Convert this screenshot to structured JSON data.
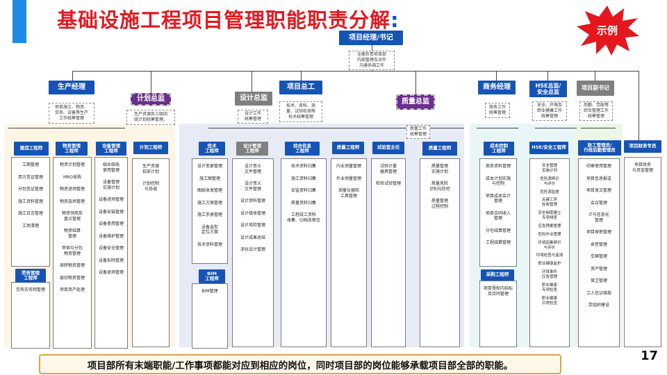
{
  "title": "基础设施工程项目管理职能职责分解",
  "title_colon": ":",
  "badge": "示例",
  "page_number": "17",
  "footer": "项目部所有末端职能/工作事项都能对应到相应的岗位，同时项目部的岗位能够承载项目部全部的职能。",
  "top": {
    "role": "项目经理/书记",
    "duty": "全面负责项目部\n内部管理及对外\n沟通协调工作"
  },
  "level2": [
    {
      "role": "生产经理",
      "duty": "项目施工、物资、\n劳务、设备等生产\n工作统筹管理"
    },
    {
      "role": "计划总监",
      "duty": "生产资源及三级四\n线计划统筹管理。"
    },
    {
      "role": "设计总监",
      "duty": "设计工作\n统筹管理"
    },
    {
      "role": "项目总工",
      "duty": "技术、资料、测\n量、试验检测等\n技术统筹管理"
    },
    {
      "role": "质量总监",
      "duty": "质量工作\n统筹管理"
    },
    {
      "role": "商务经理",
      "duty": "商务工作\n统筹管理"
    },
    {
      "role": "HSE总监/\n安全总监",
      "duty": "安全、环境及\n职业健康工作\n统筹管理"
    },
    {
      "role": "项目副书记",
      "duty": "后勤、党政等\n综合管理工作\n统筹管理"
    }
  ],
  "depts": [
    {
      "role": "建造工程师",
      "items": [
        "工期管理",
        "用方签证管理",
        "分包签证管理",
        "施工资料管理",
        "施工日志管理",
        "工地清理"
      ]
    },
    {
      "role": "劳务管理\n工程师",
      "items": [
        "劳务实名制管理"
      ]
    },
    {
      "role": "物资管理\n工程师",
      "items": [
        "物资计划管理",
        "MRO采购",
        "物资进场管理",
        "物资选场管理",
        "物资领用及\n盘点管理",
        "物资结算\n管理",
        "甲供与分包\n物资管理",
        "周转物资管理",
        "废旧物资管理",
        "项目资产处理"
      ]
    },
    {
      "role": "设备管理\n工程师",
      "items": [
        "临水临电\n使用管理",
        "设备管理\n实施计划",
        "设备进场管理",
        "设备安装管理",
        "设备使用管理",
        "设备维护管理",
        "设备安全管理",
        "设备拆除管理",
        "设备退场管理"
      ]
    },
    {
      "role": "计划工程师",
      "items": [
        "生产资源\n招采计划",
        "计划控制\n与协调"
      ]
    },
    {
      "role": "技术\n工程师",
      "items": [
        "设计变更管理",
        "施工图管理",
        "图纸收发管理",
        "施工方案管理",
        "施工手册管理",
        "设备选型\n定位方案",
        "技术资料管理"
      ]
    },
    {
      "role": "BIM\n工程师",
      "items": [
        "BIM管理"
      ]
    },
    {
      "role": "设计管理\n工程师",
      "items": [
        "设计意义\n文件管理",
        "设计意义\n文件管理",
        "设计资料管理",
        "设计接收管理",
        "设计风险管理",
        "设计成果总结",
        "深化设计管理"
      ]
    },
    {
      "role": "综合信息\n工程师",
      "items": [
        "技术资料归集",
        "施工资料归集",
        "安监资料归集",
        "质量资料归集",
        "工程竣工资料\n收集、归档及移交"
      ]
    },
    {
      "role": "质量工程师",
      "items": [
        "内业测量管理",
        "外业测量管理",
        "测量仪器和\n工具管理"
      ]
    },
    {
      "role": "试验室主任",
      "items": [
        "试验计量\n器具管理",
        "检验试验管理"
      ]
    },
    {
      "role": "质量工程师",
      "duty": "质量工作\n统筹管理",
      "items": [
        "质量管理\n实施计划",
        "质量风险\n识别与防控",
        "质量管理\n过程控制"
      ]
    },
    {
      "role": "成本控制\n工程师",
      "items": [
        "商务资料管理",
        "成本计划实施\n与控制",
        "项目成本会计\n管理",
        "项目合同收入\n管理",
        "分包结算管理",
        "工程结算管理"
      ]
    },
    {
      "role": "采购工程师",
      "items": [
        "项目授权内招标\n及合同管理"
      ]
    },
    {
      "role": "HSE/安全工程师",
      "items": [
        "安全管理\n实施计划",
        "危险源辨识\n与评价",
        "危险源监督",
        "关键工序\n验收管理",
        "安全制度建立\n专项排查",
        "应急预案管理",
        "危险作业管理",
        "环境因素辨识\n与评价",
        "环境检查与监测",
        "职业健康监护",
        "环境事件\n应急管理",
        "职业健康\n专项检查",
        "职业健康\n日常检查"
      ]
    },
    {
      "role": "政工管理员/\n行政后勤管理员",
      "items": [
        "印章使用管理",
        "项目信息报送",
        "项目发文管理",
        "会议管理",
        "IT与信息化\n管理",
        "项目保密管理",
        "食堂管理",
        "车辆管理",
        "资产管理",
        "保卫管理",
        "工人信访维稳",
        "党组织建设"
      ]
    },
    {
      "role": "项目财务专员",
      "items": [
        "项目财务\n与资金管理"
      ]
    }
  ]
}
